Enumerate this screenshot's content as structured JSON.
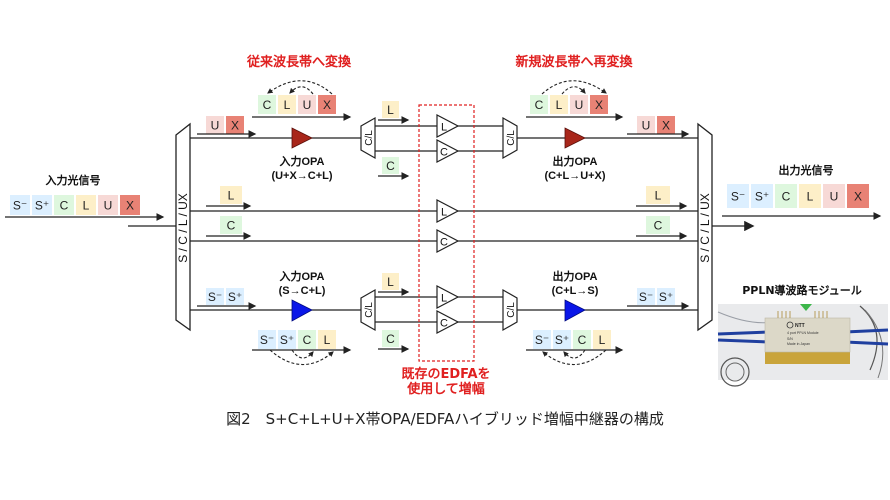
{
  "colors": {
    "S": "#dcefff",
    "C": "#def7de",
    "L": "#fdefc8",
    "U": "#f7d9d6",
    "X": "#e88275",
    "opa_red": "#a8261a",
    "opa_blue": "#0a16e8",
    "edfa_border": "#e02020",
    "annotation_red": "#e02020"
  },
  "input_signal": {
    "title": "入力光信号",
    "bands": [
      "S⁻",
      "S⁺",
      "C",
      "L",
      "U",
      "X"
    ]
  },
  "output_signal": {
    "title": "出力光信号",
    "bands": [
      "S⁻",
      "S⁺",
      "C",
      "L",
      "U",
      "X"
    ]
  },
  "demux_label": "S / C / L / UX",
  "mux_label": "S / C / L / UX",
  "top_path": {
    "annotation_in": "従来波長帯へ変換",
    "annotation_out": "新規波長帯へ再変換",
    "in_bands": [
      "U",
      "X"
    ],
    "conv_in_bands": [
      "C",
      "L",
      "U",
      "X"
    ],
    "conv_out_bands": [
      "C",
      "L",
      "U",
      "X"
    ],
    "out_bands": [
      "U",
      "X"
    ],
    "input_opa": {
      "name": "入力OPA",
      "conversion": "(U+X→C+L)"
    },
    "output_opa": {
      "name": "出力OPA",
      "conversion": "(C+L→U+X)"
    },
    "splitter_label": "C/L",
    "combiner_label": "C/L",
    "branch_bands": [
      "L",
      "C"
    ]
  },
  "middle_paths": [
    {
      "band": "L",
      "edfa_label": "L"
    },
    {
      "band": "C",
      "edfa_label": "C"
    }
  ],
  "bottom_path": {
    "in_bands": [
      "S⁻",
      "S⁺"
    ],
    "conv_in_bands": [
      "S⁻",
      "S⁺",
      "C",
      "L"
    ],
    "conv_out_bands": [
      "S⁻",
      "S⁺",
      "C",
      "L"
    ],
    "out_bands": [
      "S⁻",
      "S⁺"
    ],
    "input_opa": {
      "name": "入力OPA",
      "conversion": "(S→C+L)"
    },
    "output_opa": {
      "name": "出力OPA",
      "conversion": "(C+L→S)"
    },
    "splitter_label": "C/L",
    "combiner_label": "C/L",
    "branch_bands": [
      "L",
      "C"
    ]
  },
  "edfa": {
    "annotation_line1": "既存のEDFAを",
    "annotation_line2": "使用して増幅",
    "amp_labels": [
      "L",
      "C",
      "L",
      "C",
      "L",
      "C"
    ]
  },
  "module_photo": {
    "title": "PPLN導波路モジュール",
    "brand": "NTT",
    "text_lines": [
      "4 port PPLN Module",
      "S/N",
      "Made in Japan"
    ]
  },
  "caption": "図2　S+C+L+U+X帯OPA/EDFAハイブリッド増幅中継器の構成"
}
